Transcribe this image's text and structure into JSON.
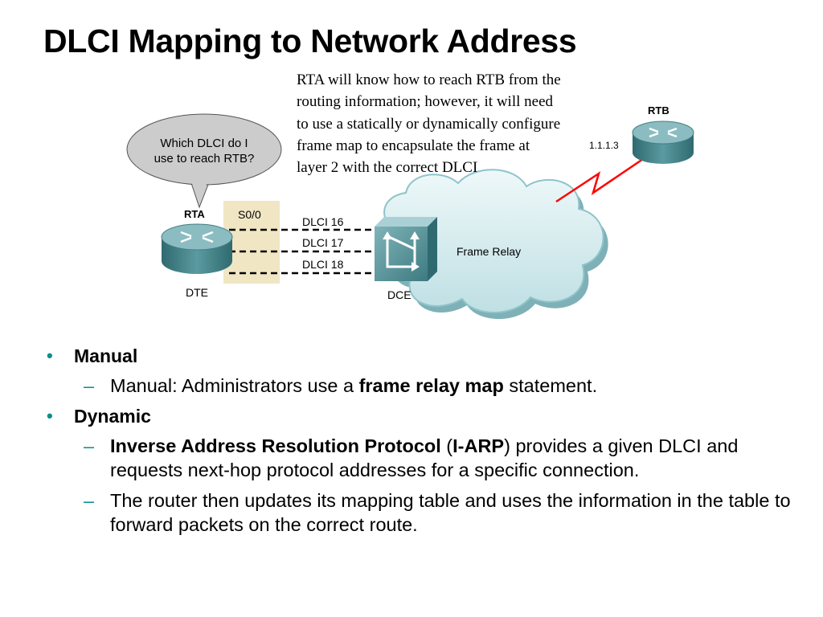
{
  "slide": {
    "title": "DLCI Mapping to Network Address"
  },
  "note": {
    "lines": [
      "RTA will know how to reach RTB from the",
      "routing information; however, it will need",
      "to use a statically or dynamically configure",
      "frame map to encapsulate the frame at",
      "layer 2 with the correct DLCI"
    ]
  },
  "diagram": {
    "speech_bubble": [
      "Which DLCI do I",
      "use to reach RTB?"
    ],
    "rta_label": "RTA",
    "rta_role": "DTE",
    "interface_label": "S0/0",
    "dlcis": [
      "DLCI 16",
      "DLCI 17",
      "DLCI 18"
    ],
    "switch_role": "DCE",
    "cloud_label": "Frame Relay",
    "rtb_label": "RTB",
    "rtb_address": "1.1.1.3",
    "colors": {
      "router": "#3f7f85",
      "router_top": "#8bbcc1",
      "cloud": "#d9f0f2",
      "cloud_edge": "#5e9ea5",
      "interface_box": "#f0e6c4",
      "serial_link": "#ff0000",
      "bubble": "#cccccc"
    }
  },
  "bullets": {
    "manual": {
      "heading": "Manual",
      "sub": {
        "prefix": "Manual: Administrators use a ",
        "bold": "frame relay map",
        "suffix": " statement."
      }
    },
    "dynamic": {
      "heading": "Dynamic",
      "sub1": {
        "bold1": "Inverse Address Resolution Protocol",
        "text1": " (",
        "bold2": "I-ARP",
        "text2": ") provides a given DLCI and requests next-hop protocol addresses for a specific connection."
      },
      "sub2": "The router then updates its mapping table and uses the information in the table to forward packets on the correct route."
    },
    "bullet_glyph": "•",
    "dash_glyph": "–",
    "accent_color": "#0c8f8f"
  }
}
